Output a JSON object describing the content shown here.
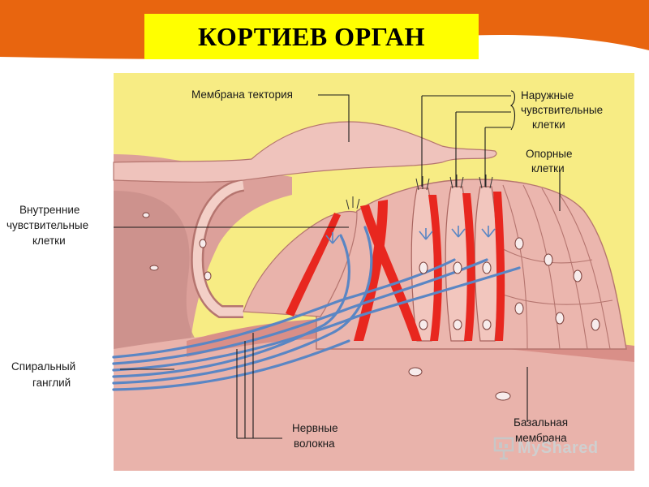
{
  "slide": {
    "title": "КОРТИЕВ ОРГАН",
    "watermark": "MyShared",
    "colors": {
      "header": "#e8650f",
      "title_bg": "#ffff00",
      "background": "#f7ec84",
      "tissue": "#e9b3ab",
      "nerve": "#5a86c4",
      "pillar": "#e8271f"
    }
  },
  "labels": {
    "tectorial_membrane": "Мембрана тектория",
    "outer_hair_cells": [
      "Наружные",
      "чувствительные",
      "клетки"
    ],
    "supporting_cells": [
      "Опорные",
      "клетки"
    ],
    "inner_hair_cells": [
      "Внутренние",
      "чувствительные",
      "клетки"
    ],
    "spiral_ganglion": [
      "Спиральный",
      "ганглий"
    ],
    "nerve_fibers": [
      "Нервные",
      "волокна"
    ],
    "basilar_membrane": [
      "Базальная",
      "мембрана"
    ]
  },
  "icons": {
    "logo": "presentation-board-icon"
  }
}
